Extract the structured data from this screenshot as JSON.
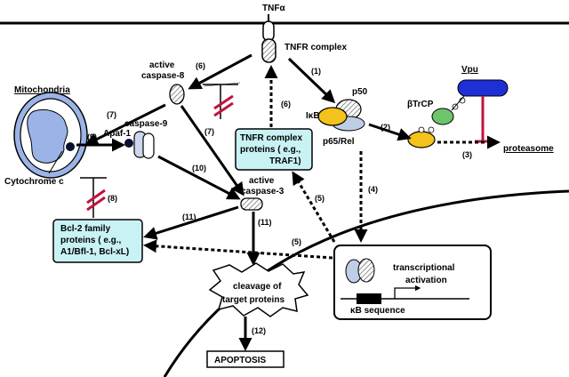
{
  "colors": {
    "box_fill": "#c9f2f4",
    "vpu_blue": "#1f2fd6",
    "inhibitor_red": "#c0143c",
    "ikb_yellow": "#f3c21b",
    "btrcp_green": "#6dc56a",
    "mito_blue": "#9bb3e6",
    "black": "#000000"
  },
  "labels": {
    "tnfa": "TNFα",
    "tnfr_complex": "TNFR complex",
    "active_caspase8_line1": "active",
    "active_caspase8_line2": "caspase-8",
    "mitochondria": "Mitochondria",
    "cytochrome_c": "Cytochrome c",
    "caspase9": "caspase-9",
    "apaf1": "Apaf-1",
    "active_caspase3_line1": "active",
    "active_caspase3_line2": "caspase-3",
    "ikb": "IκB",
    "p50": "p50",
    "p65rel": "p65/Rel",
    "btrcp": "βTrCP",
    "vpu": "Vpu",
    "proteasome": "proteasome",
    "kb_sequence": "κB sequence",
    "transcriptional_line1": "transcriptional",
    "transcriptional_line2": "activation",
    "cleavage_line1": "cleavage of",
    "cleavage_line2": "target proteins",
    "apoptosis": "APOPTOSIS"
  },
  "boxes": {
    "tnfr_proteins_line1": "TNFR complex",
    "tnfr_proteins_line2": "proteins ( e.g.,",
    "tnfr_proteins_line3": "TRAF1)",
    "bcl2_line1": "Bcl-2 family",
    "bcl2_line2": "proteins ( e.g.,",
    "bcl2_line3": "A1/Bfl-1,  Bcl-xL)"
  },
  "steps": {
    "s1": "(1)",
    "s2": "(2)",
    "s3": "(3)",
    "s4": "(4)",
    "s5a": "(5)",
    "s5b": "(5)",
    "s6a": "(6)",
    "s6b": "(6)",
    "s7a": "(7)",
    "s7b": "(7)",
    "s8": "(8)",
    "s9": "(9)",
    "s10": "(10)",
    "s11a": "(11)",
    "s11b": "(11)",
    "s12": "(12)"
  }
}
